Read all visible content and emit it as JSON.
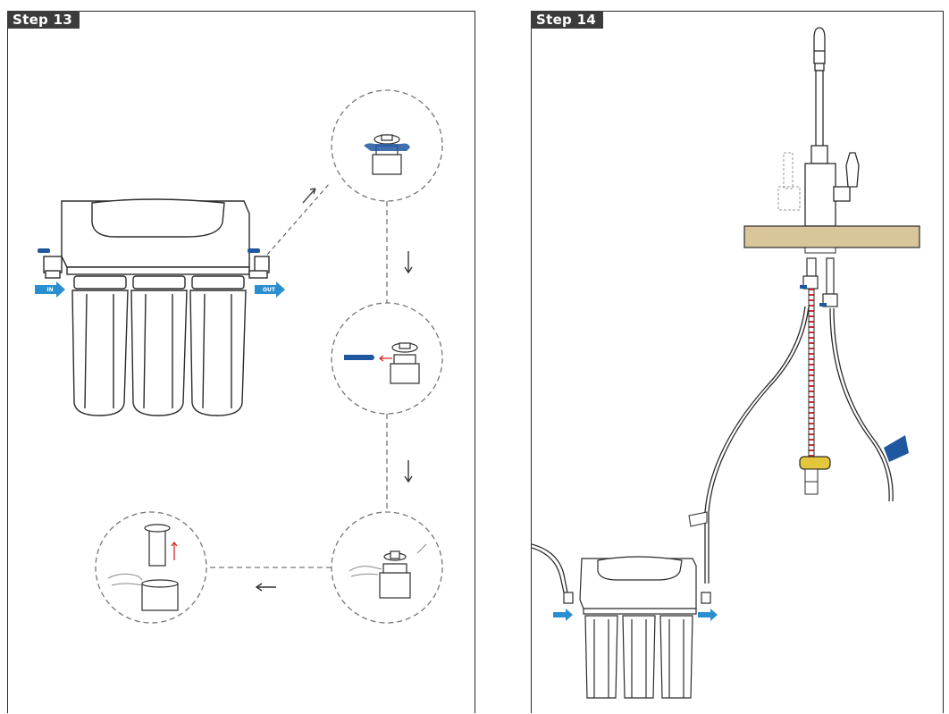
{
  "steps": [
    {
      "label": "Step 13"
    },
    {
      "label": "Step 14"
    }
  ],
  "filter_tags": {
    "in": "IN",
    "out": "OUT"
  },
  "colors": {
    "frame": "#2b2b2b",
    "label_bg": "#3c3c3c",
    "arrow_blue": "#2a8fd0",
    "clip_blue": "#1f57a0",
    "red_arrow": "#d22b2b",
    "counter_wood": "#d8c59a",
    "valve_yellow": "#e4c63c"
  },
  "icons": [
    "flow-in-arrow-icon",
    "flow-out-arrow-icon",
    "removal-clip-icon",
    "push-fit-connector-icon",
    "faucet-icon",
    "tube-tag-icon"
  ]
}
